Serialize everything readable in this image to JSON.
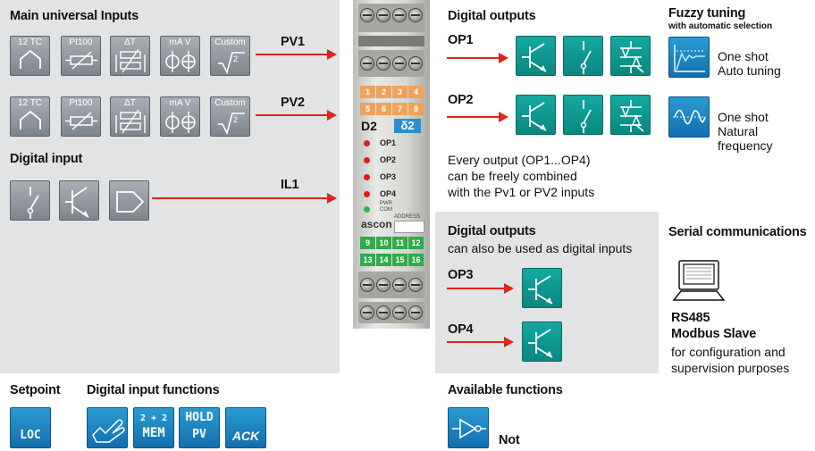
{
  "main_inputs": {
    "title": "Main universal Inputs",
    "buttons": [
      "12 TC",
      "Pt100",
      "ΔT",
      "mA  V",
      "Custom"
    ],
    "pv1": "PV1",
    "pv2": "PV2"
  },
  "digital_input": {
    "title": "Digital input",
    "il1": "IL1"
  },
  "digital_outputs": {
    "title": "Digital outputs",
    "op1": "OP1",
    "op2": "OP2",
    "note_line1": "Every output (OP1...OP4)",
    "note_line2": "can be freely combined",
    "note_line3": "with the Pv1 or PV2 inputs"
  },
  "digital_outputs_2": {
    "title": "Digital outputs",
    "subtitle": "can also be used as digital inputs",
    "op3": "OP3",
    "op4": "OP4"
  },
  "fuzzy": {
    "title": "Fuzzy tuning",
    "subtitle": "with automatic selection",
    "item1_line1": "One shot",
    "item1_line2": "Auto tuning",
    "item2_line1": "One shot",
    "item2_line2": "Natural frequency"
  },
  "serial": {
    "title": "Serial communications",
    "rs485": "RS485",
    "modbus": "Modbus Slave",
    "desc_line1": "for configuration and",
    "desc_line2": "supervision purposes"
  },
  "setpoint": {
    "title": "Setpoint",
    "loc": "LOC"
  },
  "dif": {
    "title": "Digital input functions",
    "mem_top": "2 + 2",
    "mem_bottom": "MEM",
    "hold_top": "HOLD",
    "hold_bottom": "PV",
    "ack": "ACK"
  },
  "available": {
    "title": "Available functions",
    "not": "Not"
  },
  "device": {
    "model": "D2",
    "model2": "δ2",
    "top_numbers": [
      "1",
      "2",
      "3",
      "4",
      "5",
      "6",
      "7",
      "8"
    ],
    "bottom_numbers": [
      "9",
      "10",
      "11",
      "12",
      "13",
      "14",
      "15",
      "16"
    ],
    "leds": [
      "OP1",
      "OP2",
      "OP3",
      "OP4"
    ],
    "pwr1": "PWR",
    "pwr2": "COM",
    "address": "ADDRESS",
    "brand": "ascon"
  },
  "colors": {
    "arrow": "#e2231a",
    "teal": "#0f9a92",
    "blue": "#1e86c4",
    "panel": "#e2e3e5"
  }
}
